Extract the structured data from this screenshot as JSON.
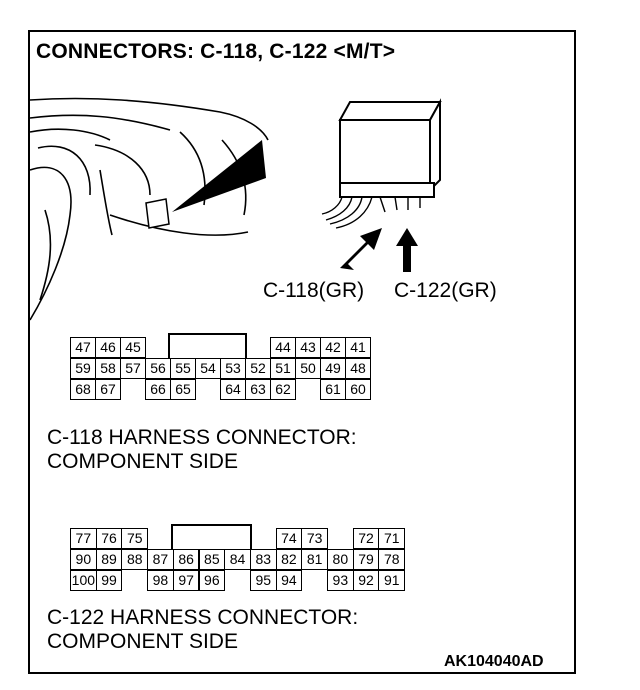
{
  "title": "CONNECTORS: C-118, C-122 <M/T>",
  "arrows": {
    "left": "C-118(GR)",
    "right": "C-122(GR)"
  },
  "connector_118": {
    "label_line1": "C-118 HARNESS CONNECTOR:",
    "label_line2": "COMPONENT SIDE",
    "rows": [
      [
        "47",
        "46",
        "45",
        "",
        "",
        "",
        "",
        "",
        "44",
        "43",
        "42",
        "41"
      ],
      [
        "59",
        "58",
        "57",
        "56",
        "55",
        "54",
        "53",
        "52",
        "51",
        "50",
        "49",
        "48"
      ],
      [
        "68",
        "67",
        "",
        "66",
        "65",
        "",
        "64",
        "63",
        "62",
        "",
        "61",
        "60"
      ]
    ]
  },
  "connector_122": {
    "label_line1": "C-122 HARNESS CONNECTOR:",
    "label_line2": "COMPONENT SIDE",
    "rows": [
      [
        "77",
        "76",
        "75",
        "",
        "",
        "",
        "",
        "",
        "74",
        "73",
        "",
        "72",
        "71"
      ],
      [
        "90",
        "89",
        "88",
        "87",
        "86",
        "85",
        "84",
        "83",
        "82",
        "81",
        "80",
        "79",
        "78"
      ],
      [
        "100",
        "99",
        "",
        "98",
        "97",
        "96",
        "",
        "95",
        "94",
        "",
        "93",
        "92",
        "91"
      ]
    ]
  },
  "figure_code": "AK104040AD"
}
